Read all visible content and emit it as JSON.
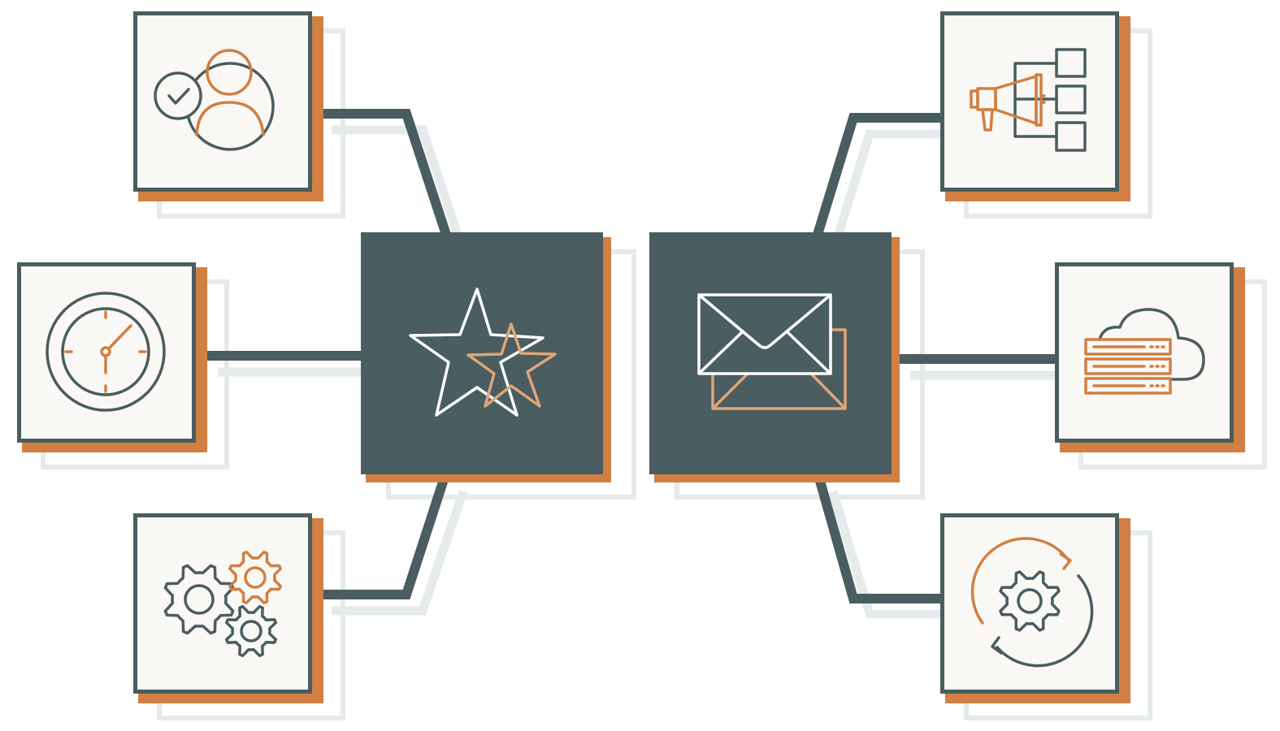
{
  "colors": {
    "background": "#ffffff",
    "slate": "#4a5d60",
    "orange": "#d17f43",
    "tile_fill": "#f9f8f5",
    "hub_fill": "#4a5d60",
    "hub_icon_light": "#ffffff",
    "hub_icon_accent": "#e0a577",
    "shadow": "#e5eaeb"
  },
  "hubs": [
    {
      "id": "hub-favorites",
      "icon": "two-stars-icon"
    },
    {
      "id": "hub-email",
      "icon": "envelopes-icon"
    }
  ],
  "nodes": [
    {
      "id": "node-user-verified",
      "icon": "user-check-icon",
      "hub": "hub-favorites"
    },
    {
      "id": "node-clock",
      "icon": "clock-icon",
      "hub": "hub-favorites"
    },
    {
      "id": "node-gears",
      "icon": "gears-icon",
      "hub": "hub-favorites"
    },
    {
      "id": "node-megaphone-tree",
      "icon": "megaphone-hierarchy-icon",
      "hub": "hub-email"
    },
    {
      "id": "node-cloud-servers",
      "icon": "cloud-server-icon",
      "hub": "hub-email"
    },
    {
      "id": "node-gear-refresh",
      "icon": "gear-sync-icon",
      "hub": "hub-email"
    }
  ]
}
